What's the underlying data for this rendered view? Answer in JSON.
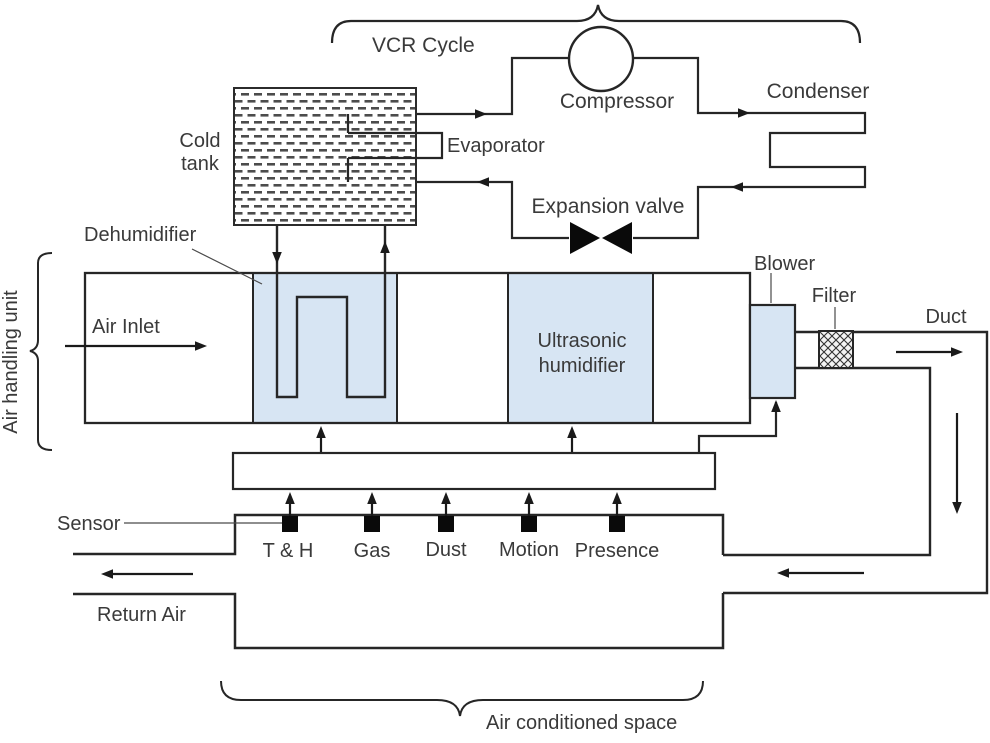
{
  "diagram": {
    "type": "hvac-system-schematic",
    "description": "Air handling unit with vapour-compression refrigeration cycle, ultrasonic humidifier, sensors and air conditioned space"
  },
  "labels": {
    "vcr_cycle": "VCR Cycle",
    "compressor": "Compressor",
    "condenser": "Condenser",
    "cold_tank": [
      "Cold",
      "tank"
    ],
    "evaporator": "Evaporator",
    "expansion_valve": "Expansion valve",
    "dehumidifier": "Dehumidifier",
    "air_handling_unit": "Air handling unit",
    "air_inlet": "Air Inlet",
    "ultrasonic_humidifier": [
      "Ultrasonic",
      "humidifier"
    ],
    "blower": "Blower",
    "filter": "Filter",
    "duct": "Duct",
    "sensor": "Sensor",
    "sensors": [
      "T & H",
      "Gas",
      "Dust",
      "Motion",
      "Presence"
    ],
    "return_air": "Return Air",
    "air_conditioned_space": "Air conditioned space"
  },
  "colors": {
    "line": "#262626",
    "text": "#3a3a3a",
    "component_fill": "#d7e5f3",
    "sensor_fill": "#0a0a0a",
    "background": "#ffffff"
  }
}
